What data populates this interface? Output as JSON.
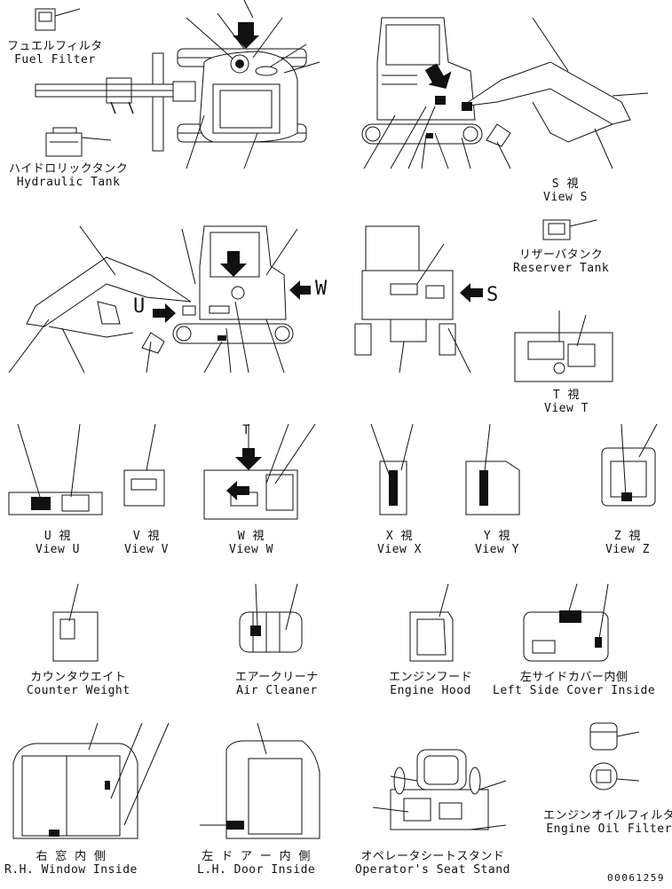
{
  "labels": {
    "fuel_filter": {
      "jp": "フュエルフィルタ",
      "en": "Fuel Filter"
    },
    "hydraulic_tank": {
      "jp": "ハイドロリックタンク",
      "en": "Hydraulic Tank"
    },
    "view_s": {
      "jp": "S 視",
      "en": "View S"
    },
    "reserver_tank": {
      "jp": "リザーバタンク",
      "en": "Reserver Tank"
    },
    "view_t": {
      "jp": "T 視",
      "en": "View T"
    },
    "view_u": {
      "jp": "U 視",
      "en": "View U"
    },
    "view_v": {
      "jp": "V 視",
      "en": "View V"
    },
    "view_w": {
      "jp": "W 視",
      "en": "View W"
    },
    "view_x": {
      "jp": "X 視",
      "en": "View X"
    },
    "view_y": {
      "jp": "Y 視",
      "en": "View Y"
    },
    "view_z": {
      "jp": "Z 視",
      "en": "View Z"
    },
    "counter_weight": {
      "jp": "カウンタウエイト",
      "en": "Counter Weight"
    },
    "air_cleaner": {
      "jp": "エアークリーナ",
      "en": "Air Cleaner"
    },
    "engine_hood": {
      "jp": "エンジンフード",
      "en": "Engine Hood"
    },
    "left_side_cover": {
      "jp": "左サイドカバー内側",
      "en": "Left Side Cover Inside"
    },
    "rh_window": {
      "jp": "右 窓 内 側",
      "en": "R.H. Window Inside"
    },
    "lh_door": {
      "jp": "左 ド ア ー 内 側",
      "en": "L.H. Door Inside"
    },
    "seat_stand": {
      "jp": "オペレータシートスタンド",
      "en": "Operator's Seat Stand"
    },
    "engine_oil_filter": {
      "jp": "エンジンオイルフィルタ",
      "en": "Engine Oil Filter"
    }
  },
  "view_letters": {
    "u": "U",
    "w": "W",
    "s": "S",
    "t": "T"
  },
  "drawing_code": "00061259"
}
